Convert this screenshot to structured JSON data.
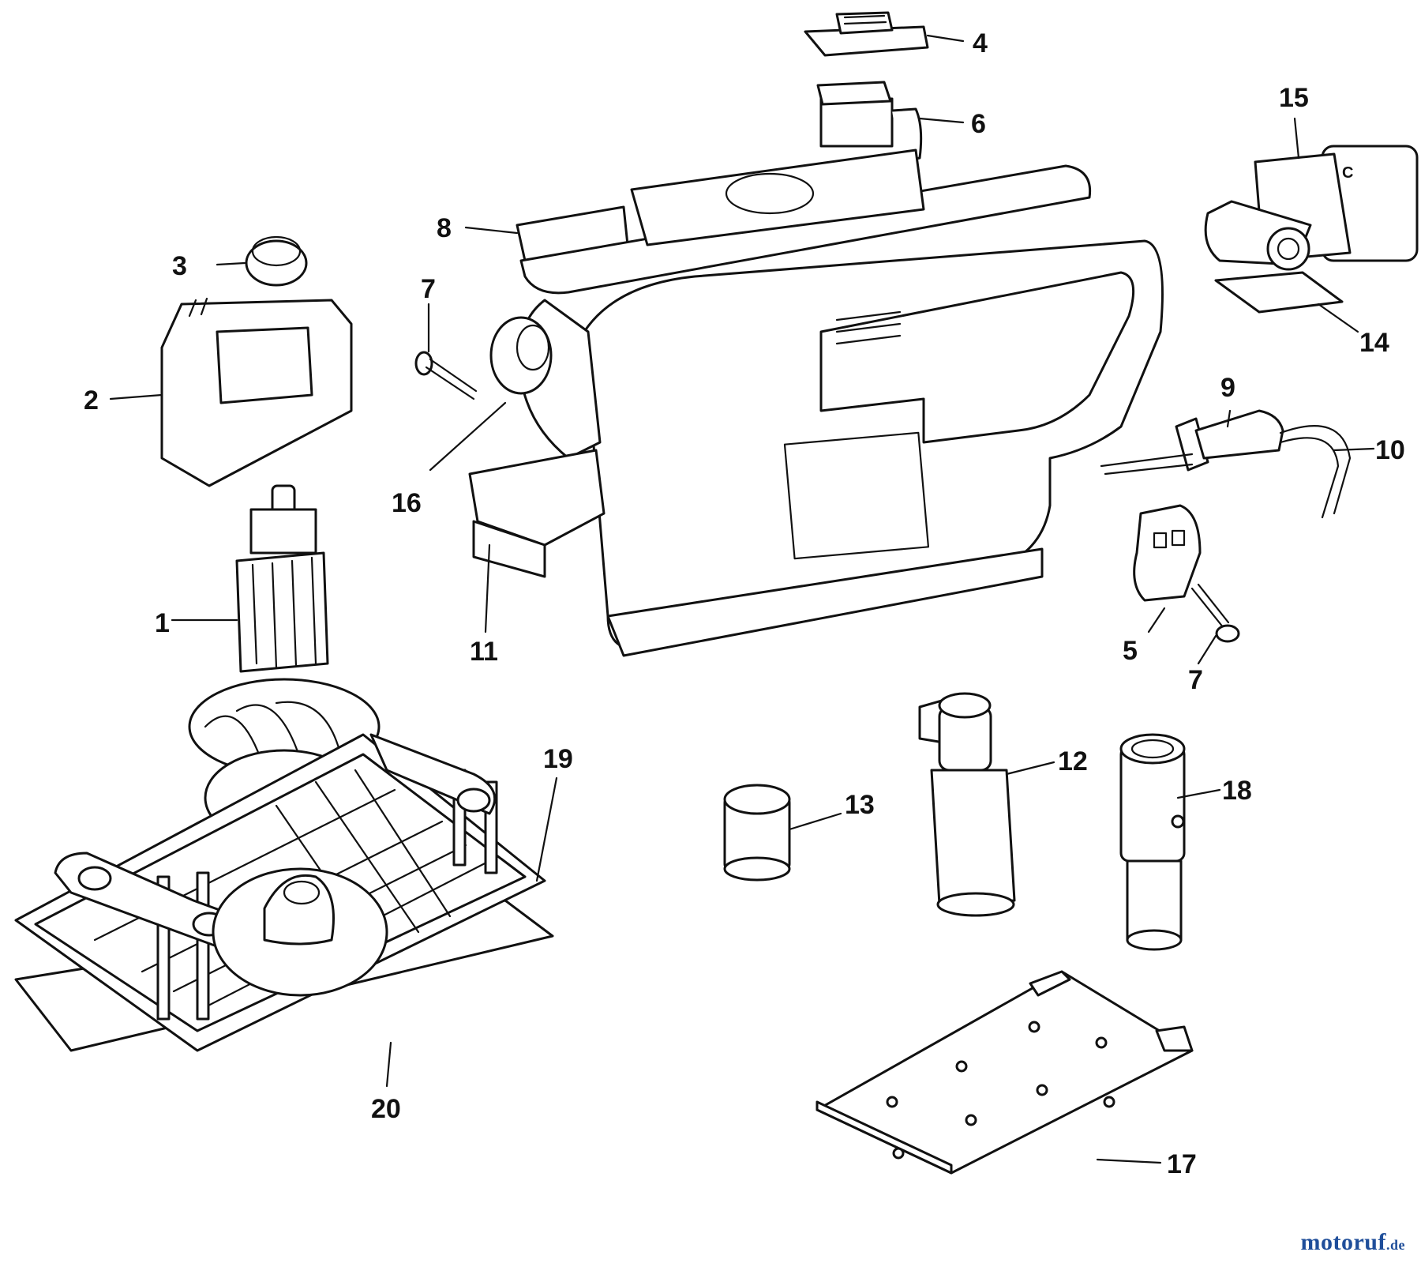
{
  "callouts": {
    "c1": "1",
    "c2": "2",
    "c3": "3",
    "c4": "4",
    "c5": "5",
    "c6": "6",
    "c7a": "7",
    "c7b": "7",
    "c8": "8",
    "c9": "9",
    "c10": "10",
    "c11": "11",
    "c12": "12",
    "c13": "13",
    "c14": "14",
    "c15": "15",
    "c16": "16",
    "c17": "17",
    "c18": "18",
    "c19": "19",
    "c20": "20"
  },
  "watermark": {
    "main": "motoruf",
    "tld": ".de"
  }
}
